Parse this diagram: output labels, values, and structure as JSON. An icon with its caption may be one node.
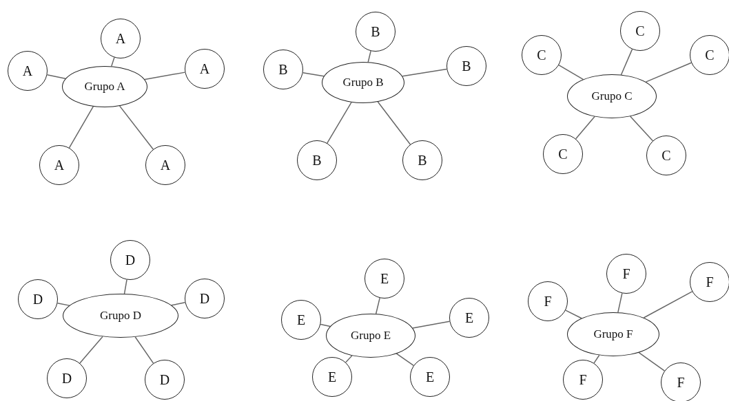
{
  "diagram": {
    "nodes": [
      {
        "text": [
          "Grupo A"
        ]
      },
      {
        "text": [
          "A"
        ]
      },
      {
        "text": [
          "A"
        ]
      },
      {
        "text": [
          "A"
        ]
      },
      {
        "text": [
          "A"
        ]
      },
      {
        "text": [
          "A"
        ]
      },
      {
        "text": [
          "Grupo B"
        ]
      },
      {
        "text": [
          "B"
        ]
      },
      {
        "text": [
          "B"
        ]
      },
      {
        "text": [
          "B"
        ]
      },
      {
        "text": [
          "B"
        ]
      },
      {
        "text": [
          "B"
        ]
      },
      {
        "text": [
          "Grupo C"
        ]
      },
      {
        "text": [
          "C"
        ]
      },
      {
        "text": [
          "C"
        ]
      },
      {
        "text": [
          "C"
        ]
      },
      {
        "text": [
          "C"
        ]
      },
      {
        "text": [
          "C"
        ]
      },
      {
        "text": [
          "Grupo D"
        ]
      },
      {
        "text": [
          "D"
        ]
      },
      {
        "text": [
          "D"
        ]
      },
      {
        "text": [
          "D"
        ]
      },
      {
        "text": [
          "D"
        ]
      },
      {
        "text": [
          "D"
        ]
      },
      {
        "text": [
          "Grupo E"
        ]
      },
      {
        "text": [
          "E"
        ]
      },
      {
        "text": [
          "E"
        ]
      },
      {
        "text": [
          "E"
        ]
      },
      {
        "text": [
          "E"
        ]
      },
      {
        "text": [
          "E"
        ]
      },
      {
        "text": [
          "Grupo F"
        ]
      },
      {
        "text": [
          "F"
        ]
      },
      {
        "text": [
          "F"
        ]
      },
      {
        "text": [
          "F"
        ]
      },
      {
        "text": [
          "F"
        ]
      },
      {
        "text": [
          "F"
        ]
      }
    ],
    "edges": [
      {
        "from": 0,
        "to": 1,
        "arrow": "none"
      },
      {
        "from": 0,
        "to": 2,
        "arrow": "none"
      },
      {
        "from": 0,
        "to": 3,
        "arrow": "none"
      },
      {
        "from": 0,
        "to": 4,
        "arrow": "none"
      },
      {
        "from": 0,
        "to": 5,
        "arrow": "none"
      },
      {
        "from": 6,
        "to": 7,
        "arrow": "none"
      },
      {
        "from": 6,
        "to": 8,
        "arrow": "none"
      },
      {
        "from": 6,
        "to": 9,
        "arrow": "none"
      },
      {
        "from": 6,
        "to": 10,
        "arrow": "none"
      },
      {
        "from": 6,
        "to": 11,
        "arrow": "none"
      },
      {
        "from": 12,
        "to": 13,
        "arrow": "none"
      },
      {
        "from": 12,
        "to": 14,
        "arrow": "none"
      },
      {
        "from": 12,
        "to": 15,
        "arrow": "none"
      },
      {
        "from": 12,
        "to": 16,
        "arrow": "none"
      },
      {
        "from": 12,
        "to": 17,
        "arrow": "none"
      },
      {
        "from": 18,
        "to": 19,
        "arrow": "none"
      },
      {
        "from": 18,
        "to": 20,
        "arrow": "none"
      },
      {
        "from": 18,
        "to": 21,
        "arrow": "none"
      },
      {
        "from": 18,
        "to": 22,
        "arrow": "none"
      },
      {
        "from": 18,
        "to": 23,
        "arrow": "none"
      },
      {
        "from": 24,
        "to": 25,
        "arrow": "none"
      },
      {
        "from": 24,
        "to": 26,
        "arrow": "none"
      },
      {
        "from": 24,
        "to": 27,
        "arrow": "none"
      },
      {
        "from": 24,
        "to": 28,
        "arrow": "none"
      },
      {
        "from": 24,
        "to": 29,
        "arrow": "none"
      },
      {
        "from": 30,
        "to": 31,
        "arrow": "none"
      },
      {
        "from": 30,
        "to": 32,
        "arrow": "none"
      },
      {
        "from": 30,
        "to": 33,
        "arrow": "none"
      },
      {
        "from": 30,
        "to": 34,
        "arrow": "none"
      },
      {
        "from": 30,
        "to": 35,
        "arrow": "none"
      }
    ]
  }
}
